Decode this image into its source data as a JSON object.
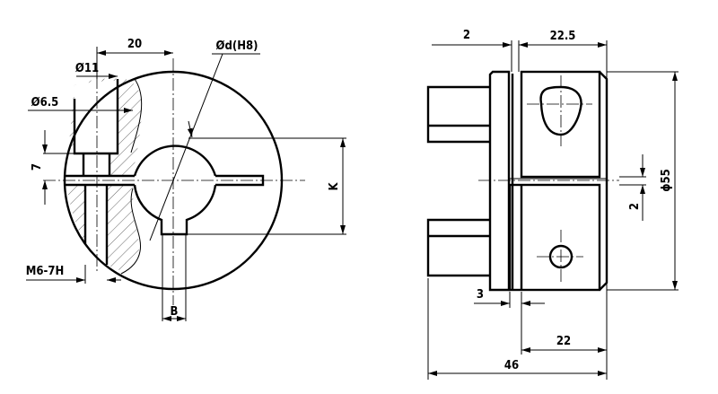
{
  "drawing": {
    "front_view": {
      "dim_20": "20",
      "dim_bore": "Ød(H8)",
      "dim_counterbore": "Ø11",
      "dim_hole": "Ø6.5",
      "dim_7": "7",
      "dim_thread": "M6-7H",
      "dim_k": "K",
      "dim_b": "B"
    },
    "side_view": {
      "dim_gap_top": "2",
      "dim_22_5": "22.5",
      "dim_diameter": "ϕ55",
      "dim_slot": "2",
      "dim_3": "3",
      "dim_22": "22",
      "dim_46": "46"
    }
  }
}
